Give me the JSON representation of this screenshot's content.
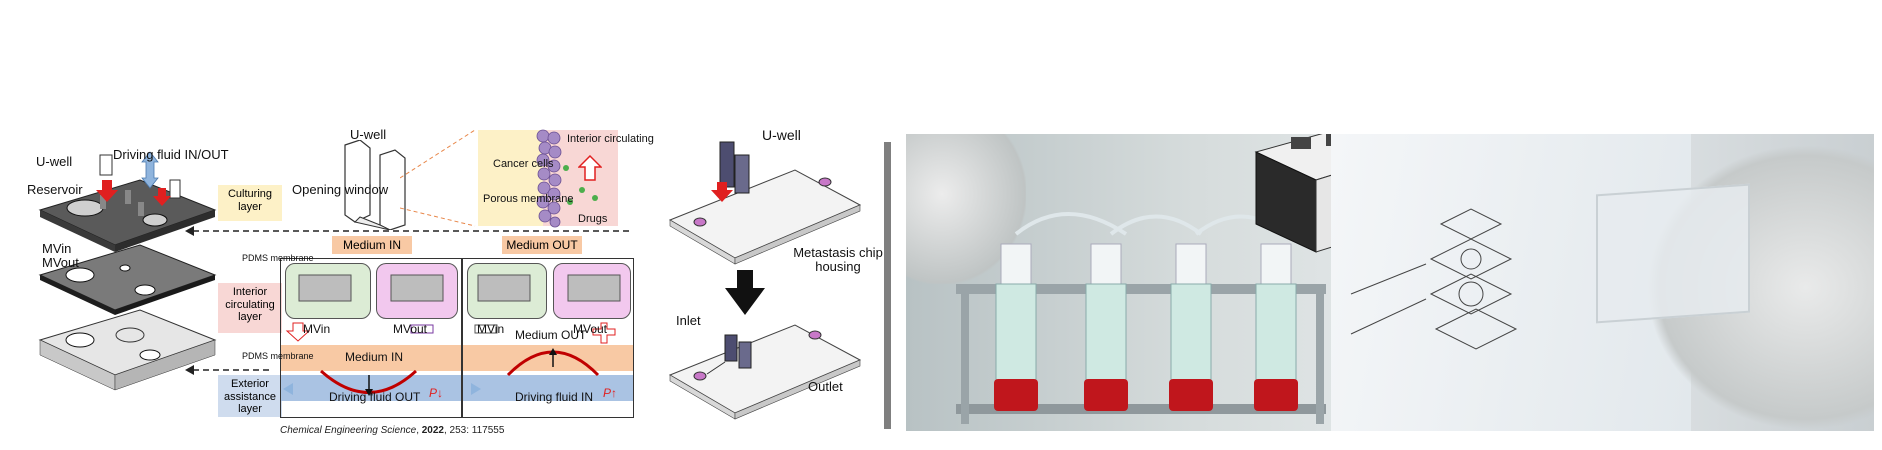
{
  "left_panel": {
    "exploded": {
      "u_well": "U-well",
      "driving_fluid": "Driving fluid IN/OUT",
      "reservoir": "Reservoir",
      "mv_in": "MVin",
      "mv_out": "MVout"
    },
    "layers": {
      "culturing": "Culturing layer",
      "interior": "Interior circulating layer",
      "exterior": "Exterior assistance layer"
    },
    "uwell_detail": {
      "title": "U-well",
      "opening_window": "Opening window"
    },
    "cells_inset": {
      "cancer_cells": "Cancer cells",
      "porous_membrane": "Porous membrane",
      "interior_circulating": "Interior circulating",
      "drugs": "Drugs"
    },
    "medium_in_panel": {
      "header": "Medium IN",
      "pdms_top": "PDMS membrane",
      "pdms_bottom": "PDMS membrane",
      "mv_in": "MVin",
      "mv_out": "MVout",
      "medium": "Medium IN",
      "driving": "Driving fluid OUT",
      "pressure": "P↓"
    },
    "medium_out_panel": {
      "header": "Medium OUT",
      "mv_in": "MVin",
      "mv_out": "MVout",
      "medium": "Medium OUT",
      "driving": "Driving fluid IN",
      "pressure": "P↑"
    },
    "reference": {
      "journal": "Chemical Engineering Science",
      "year": "2022",
      "rest": ", 253: 117555"
    }
  },
  "middle_panel": {
    "u_well": "U-well",
    "housing": "Metastasis chip housing",
    "inlet": "Inlet",
    "outlet": "Outlet"
  },
  "colors": {
    "culturing_bg": "#fdf1c7",
    "interior_bg": "#f8d7d5",
    "exterior_bg": "#cfdcee",
    "header_orange": "#f8c9a4",
    "arrow_red": "#e02020",
    "divider": "#7f7f7f"
  }
}
